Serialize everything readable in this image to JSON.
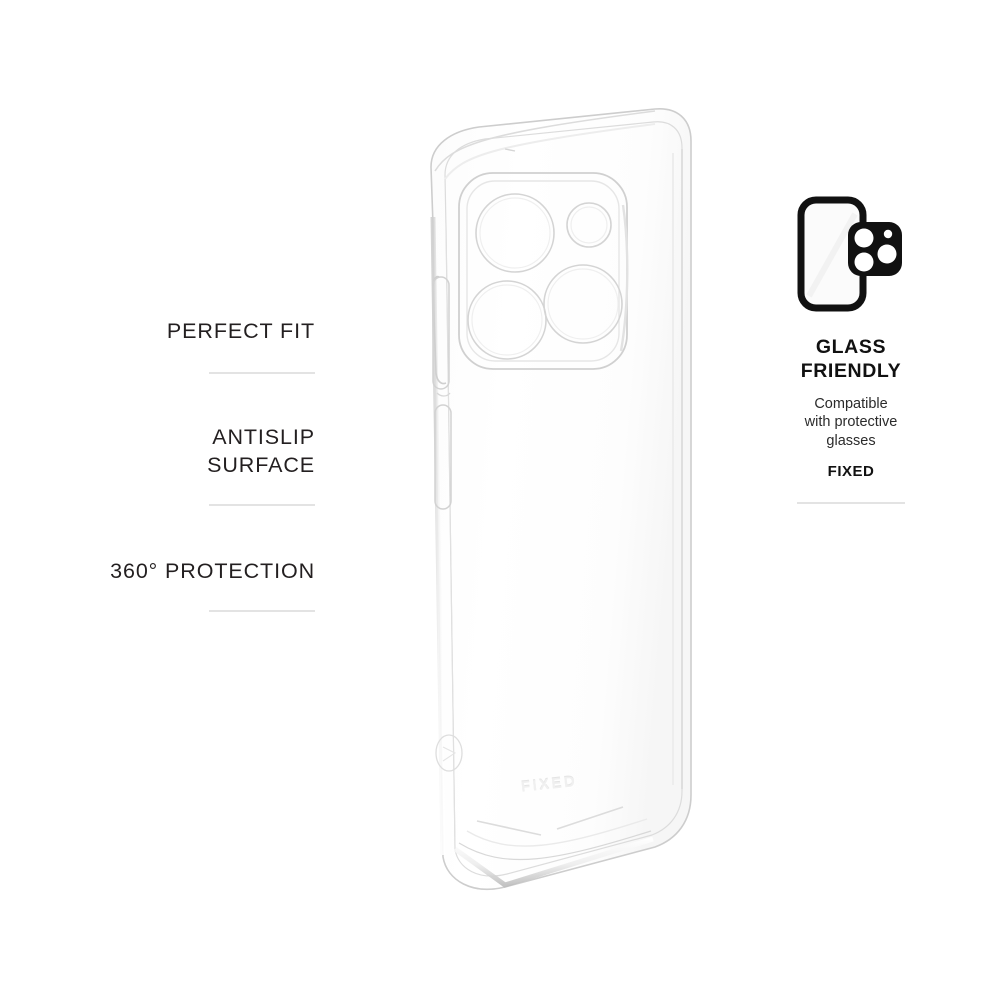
{
  "background_color": "#ffffff",
  "features": {
    "items": [
      {
        "label": "PERFECT FIT",
        "divider": true
      },
      {
        "label": "ANTISLIP\nSURFACE",
        "divider": true
      },
      {
        "label": "360° PROTECTION",
        "divider": true
      }
    ]
  },
  "glass_panel": {
    "icon": "phone-with-camera-protector-icon",
    "title": "GLASS\nFRIENDLY",
    "subtitle": "Compatible\nwith protective\nglasses",
    "brand": "FIXED",
    "divider": true
  },
  "product": {
    "name": "transparent-phone-case",
    "brand_emboss": "FIXED",
    "camera_cutout": {
      "lens_count": 4,
      "shape": "rounded-square"
    },
    "side_buttons": 2
  },
  "colors": {
    "text": "#231f20",
    "divider": "#e3e3e3",
    "icon": "#111111",
    "case_outline": "#c9c9c9"
  }
}
